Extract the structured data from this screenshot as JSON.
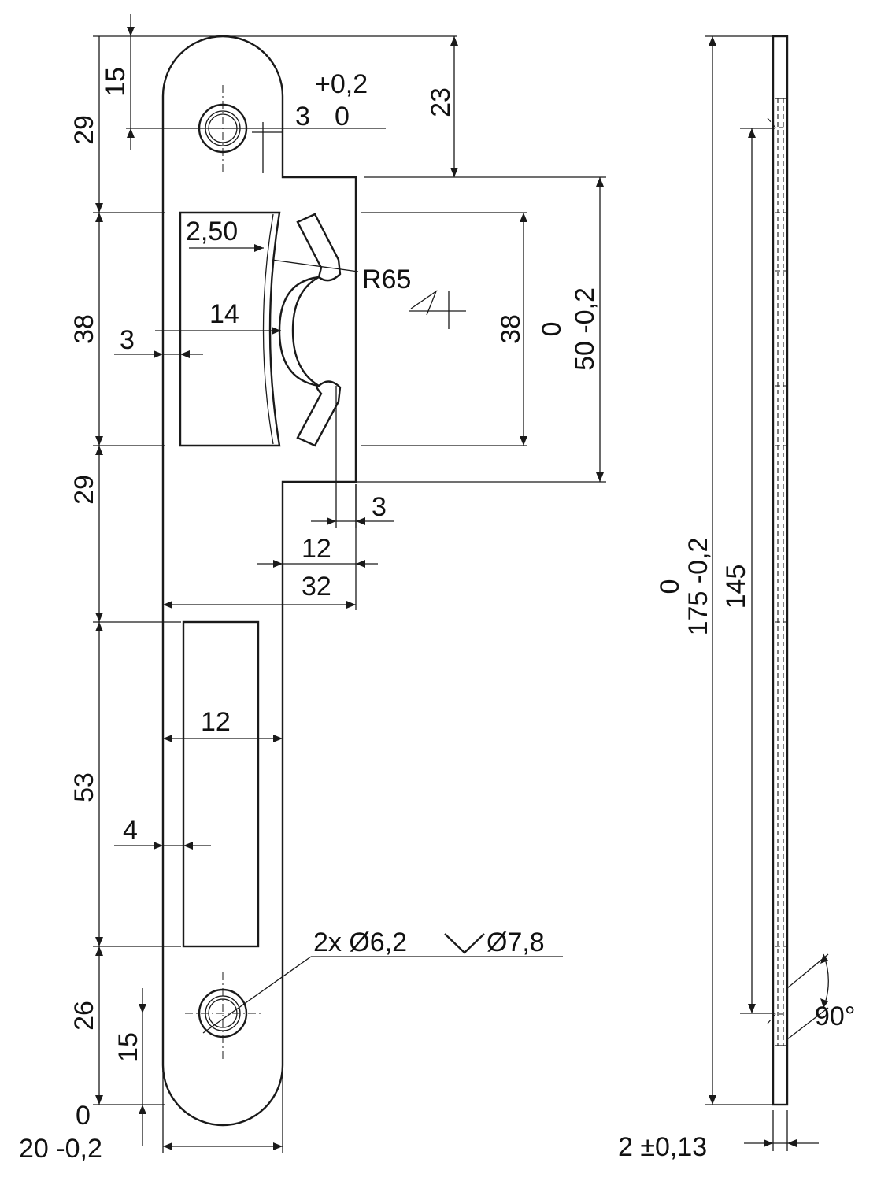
{
  "plate_front": {
    "dims": {
      "top_hole_offset": "15",
      "top_tol_upper": "+0,2",
      "notch_depth_value": "3",
      "notch_depth_lower": "0",
      "top_to_tab": "23",
      "top_section": "29",
      "latch_clearance": "2,50",
      "radius": "R65",
      "latch_width": "14",
      "latch_left_margin": "3",
      "left_window_height": "38",
      "opening_height": "38",
      "tab_height_tol": "0",
      "tab_height": "50 -0,2",
      "mid_section": "29",
      "tab_offset": "3",
      "tab_width": "12",
      "plate_to_tab": "32",
      "slot_width": "12",
      "slot_height": "53",
      "slot_margin": "4",
      "hole_callout": "2x Ø6,2",
      "countersink": "Ø7,8",
      "bottom_section": "26",
      "bottom_hole_offset": "15",
      "width_tol": "0",
      "plate_width": "20 -0,2"
    }
  },
  "plate_side": {
    "dims": {
      "length_tol": "0",
      "length": "175 -0,2",
      "hole_spacing": "145",
      "angle": "90°",
      "thickness": "2 ±0,13"
    }
  }
}
